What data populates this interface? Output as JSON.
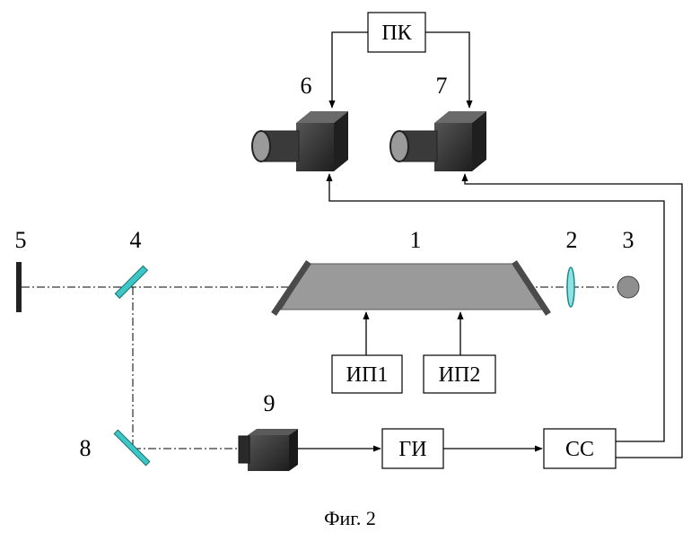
{
  "figure": {
    "caption": "Фиг. 2"
  },
  "labels": {
    "n1": "1",
    "n2": "2",
    "n3": "3",
    "n4": "4",
    "n5": "5",
    "n6": "6",
    "n7": "7",
    "n8": "8",
    "n9": "9"
  },
  "boxes": {
    "pk": "ПК",
    "ip1": "ИП1",
    "ip2": "ИП2",
    "gi": "ГИ",
    "ss": "СС"
  },
  "colors": {
    "optic_cyan": "#3cc6c6",
    "camera_body": "#3a3a3a",
    "tube_fill": "#9a9a9a",
    "ball": "#8f8f8f"
  }
}
